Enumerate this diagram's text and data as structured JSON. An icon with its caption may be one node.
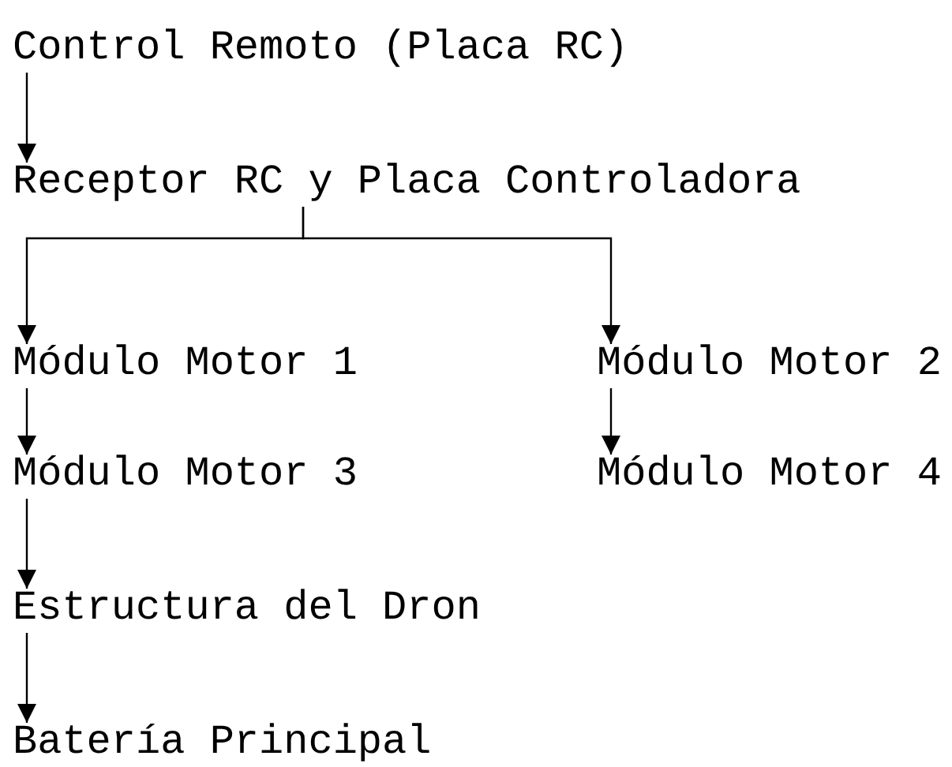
{
  "diagram": {
    "nodes": [
      {
        "text": [
          "Control Remoto (Placa RC)"
        ]
      },
      {
        "text": [
          "Receptor RC y Placa Controladora"
        ]
      },
      {
        "text": [
          "Módulo Motor 1"
        ]
      },
      {
        "text": [
          "Módulo Motor 2"
        ]
      },
      {
        "text": [
          "Módulo Motor 3"
        ]
      },
      {
        "text": [
          "Módulo Motor 4"
        ]
      },
      {
        "text": [
          "Estructura del Dron"
        ]
      },
      {
        "text": [
          "Batería Principal"
        ]
      }
    ],
    "edges": [
      {
        "from": 0,
        "to": 1,
        "arrow": "to"
      },
      {
        "from": 1,
        "to": 2,
        "arrow": "to"
      },
      {
        "from": 1,
        "to": 3,
        "arrow": "to"
      },
      {
        "from": 2,
        "to": 4,
        "arrow": "to"
      },
      {
        "from": 3,
        "to": 5,
        "arrow": "to"
      },
      {
        "from": 4,
        "to": 6,
        "arrow": "to"
      },
      {
        "from": 6,
        "to": 7,
        "arrow": "to"
      }
    ]
  }
}
